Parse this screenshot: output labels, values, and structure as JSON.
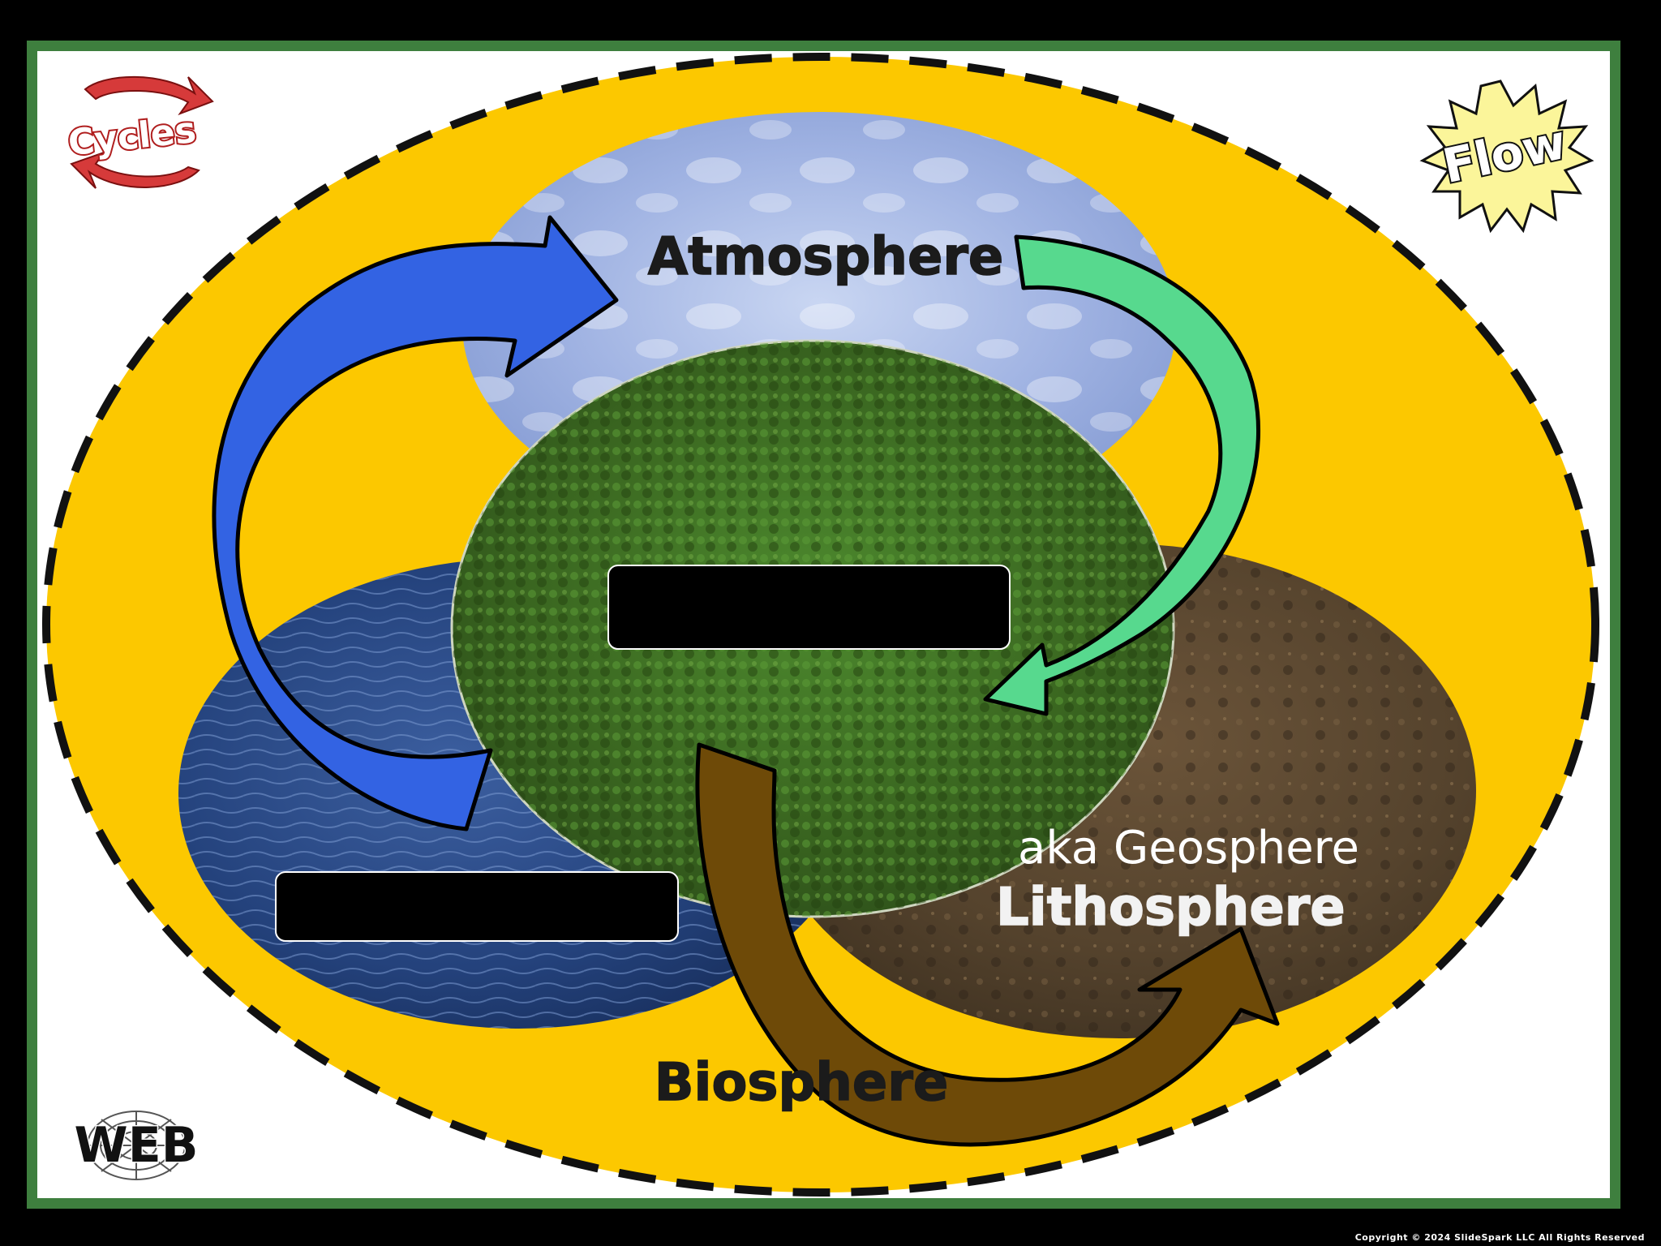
{
  "labels": {
    "atmosphere": "Atmosphere",
    "biosphere": "Biosphere",
    "lithosphere": "Lithosphere",
    "geosphere_note": "aka Geosphere"
  },
  "badges": {
    "cycles": "Cycles",
    "flow": "Flow",
    "web": "WEB"
  },
  "footer": {
    "copyright": "Copyright © 2024 SlideSpark LLC All Rights Reserved"
  },
  "colors": {
    "background": "#000000",
    "frame": "#3e7f3e",
    "panel": "#ffffff",
    "big_oval": "#fcc800",
    "atmosphere": "#a8b8e6",
    "hydrosphere": "#2a4a84",
    "biosphere_forest": "#3f6b22",
    "lithosphere": "#5a4630",
    "arrow_blue": "#3060e0",
    "arrow_green": "#55d890",
    "arrow_brown": "#6e4a08"
  }
}
